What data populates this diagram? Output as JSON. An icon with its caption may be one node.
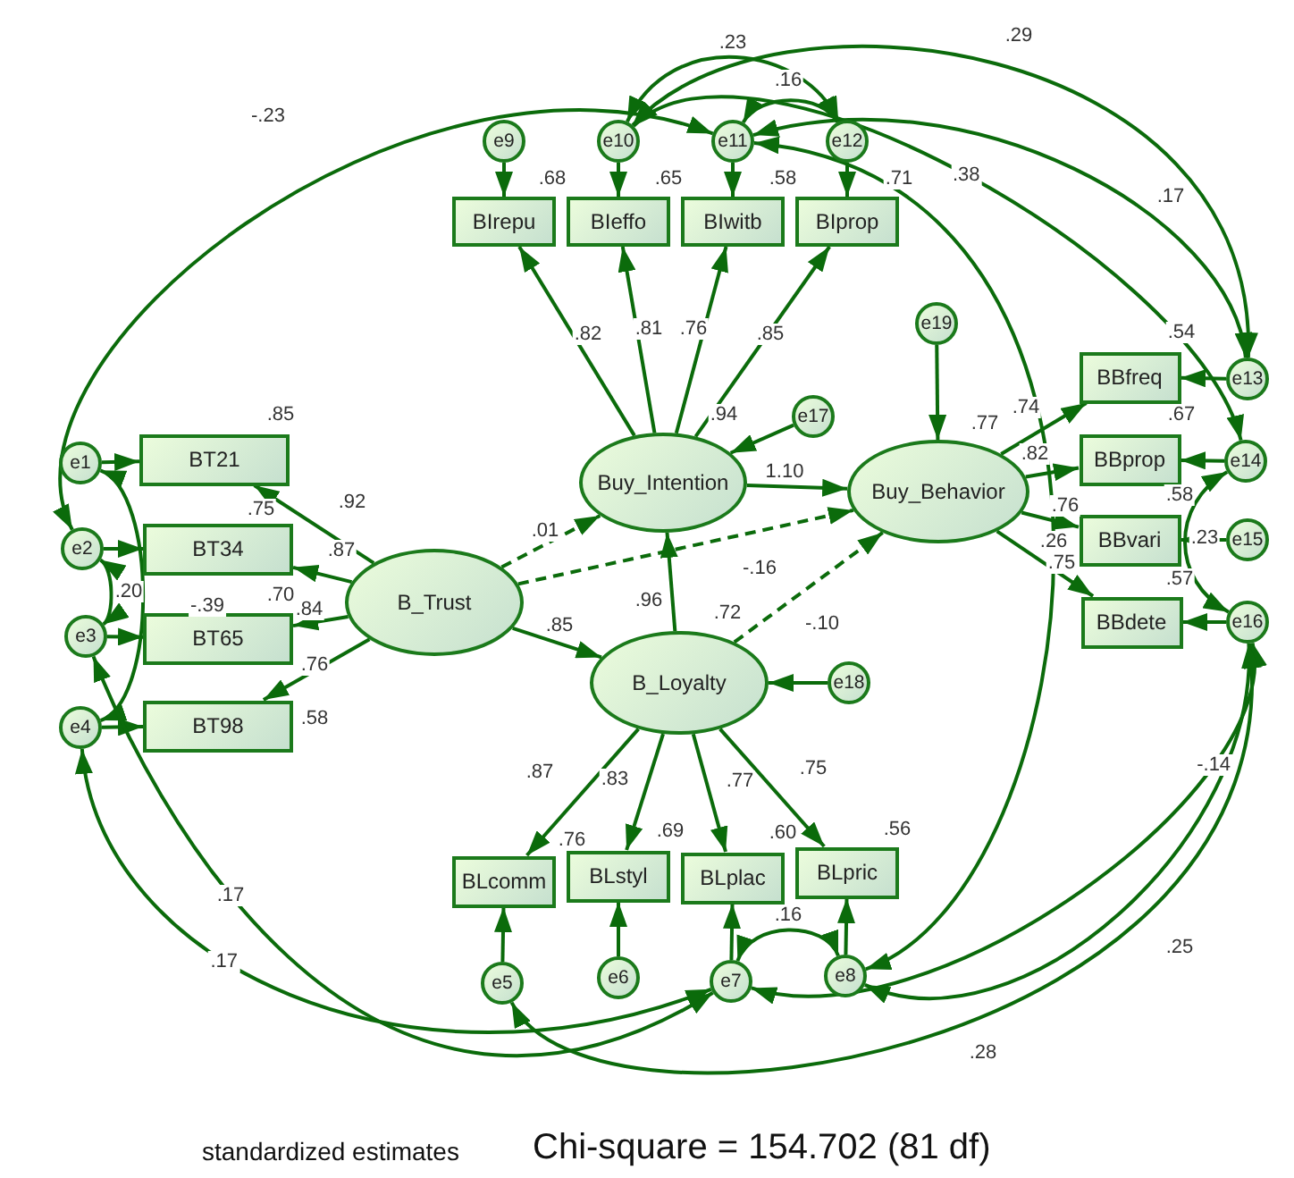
{
  "diagram": {
    "nodes": [
      {
        "text": [
          "e9"
        ]
      },
      {
        "text": [
          "e10"
        ]
      },
      {
        "text": [
          "e11"
        ]
      },
      {
        "text": [
          "e12"
        ]
      },
      {
        "text": [
          "BIrepu"
        ],
        "beside": [
          ".68"
        ]
      },
      {
        "text": [
          "BIeffo"
        ],
        "beside": [
          ".65"
        ]
      },
      {
        "text": [
          "BIwitb"
        ],
        "beside": [
          ".58"
        ]
      },
      {
        "text": [
          "BIprop"
        ],
        "beside": [
          ".71"
        ]
      },
      {
        "text": [
          "e19"
        ]
      },
      {
        "text": [
          "BBfreq"
        ],
        "beside": [
          ".54"
        ]
      },
      {
        "text": [
          "e13"
        ]
      },
      {
        "text": [
          "e1"
        ]
      },
      {
        "text": [
          "BT21"
        ],
        "beside": [
          ".85"
        ]
      },
      {
        "text": [
          "e17"
        ]
      },
      {
        "text": [
          "Buy_Intention"
        ],
        "beside": [
          ".94"
        ]
      },
      {
        "text": [
          "Buy_Behavior"
        ],
        "beside": [
          ".77"
        ]
      },
      {
        "text": [
          "BBprop"
        ],
        "beside": [
          ".67"
        ]
      },
      {
        "text": [
          "e14"
        ]
      },
      {
        "text": [
          "e2"
        ]
      },
      {
        "text": [
          "BT34"
        ],
        "beside": [
          ".75"
        ]
      },
      {
        "text": [
          "BBvari"
        ],
        "beside": [
          ".58"
        ]
      },
      {
        "text": [
          "e15"
        ]
      },
      {
        "text": [
          "e3"
        ]
      },
      {
        "text": [
          "BT65"
        ],
        "beside": [
          ".70"
        ]
      },
      {
        "text": [
          "B_Trust"
        ]
      },
      {
        "text": [
          "BBdete"
        ],
        "beside": [
          ".57"
        ]
      },
      {
        "text": [
          "e16"
        ]
      },
      {
        "text": [
          "B_Loyalty"
        ],
        "beside": [
          ".72"
        ]
      },
      {
        "text": [
          "e18"
        ]
      },
      {
        "text": [
          "e4"
        ]
      },
      {
        "text": [
          "BT98"
        ],
        "beside": [
          ".58"
        ]
      },
      {
        "text": [
          "BLcomm"
        ],
        "beside": [
          ".76"
        ]
      },
      {
        "text": [
          "BLstyl"
        ],
        "beside": [
          ".69"
        ]
      },
      {
        "text": [
          "BLplac"
        ],
        "beside": [
          ".60"
        ]
      },
      {
        "text": [
          "BLpric"
        ],
        "beside": [
          ".56"
        ]
      },
      {
        "text": [
          "e5"
        ]
      },
      {
        "text": [
          "e6"
        ]
      },
      {
        "text": [
          "e7"
        ]
      },
      {
        "text": [
          "e8"
        ]
      }
    ],
    "edges": [
      {
        "from": 0,
        "to": 4,
        "arrow": "to"
      },
      {
        "from": 1,
        "to": 5,
        "arrow": "to"
      },
      {
        "from": 2,
        "to": 6,
        "arrow": "to"
      },
      {
        "from": 3,
        "to": 7,
        "arrow": "to"
      },
      {
        "from": 14,
        "to": 4,
        "arrow": "to",
        "label": ".82"
      },
      {
        "from": 14,
        "to": 5,
        "arrow": "to",
        "label": ".81"
      },
      {
        "from": 14,
        "to": 6,
        "arrow": "to",
        "label": ".76"
      },
      {
        "from": 14,
        "to": 7,
        "arrow": "to",
        "label": ".85"
      },
      {
        "from": 24,
        "to": 12,
        "arrow": "to",
        "label": ".92"
      },
      {
        "from": 24,
        "to": 19,
        "arrow": "to",
        "label": ".87"
      },
      {
        "from": 24,
        "to": 23,
        "arrow": "to",
        "label": ".84"
      },
      {
        "from": 24,
        "to": 30,
        "arrow": "to",
        "label": ".76"
      },
      {
        "from": 11,
        "to": 12,
        "arrow": "to"
      },
      {
        "from": 18,
        "to": 19,
        "arrow": "to"
      },
      {
        "from": 22,
        "to": 23,
        "arrow": "to"
      },
      {
        "from": 29,
        "to": 30,
        "arrow": "to"
      },
      {
        "from": 15,
        "to": 9,
        "arrow": "to",
        "label": ".74"
      },
      {
        "from": 15,
        "to": 16,
        "arrow": "to",
        "label": ".82"
      },
      {
        "from": 15,
        "to": 20,
        "arrow": "to",
        "label": ".76"
      },
      {
        "from": 15,
        "to": 25,
        "arrow": "to",
        "label": ".75"
      },
      {
        "from": 10,
        "to": 9,
        "arrow": "to"
      },
      {
        "from": 17,
        "to": 16,
        "arrow": "to"
      },
      {
        "from": 21,
        "to": 20,
        "arrow": "to"
      },
      {
        "from": 26,
        "to": 25,
        "arrow": "to"
      },
      {
        "from": 27,
        "to": 31,
        "arrow": "to",
        "label": ".87"
      },
      {
        "from": 27,
        "to": 32,
        "arrow": "to",
        "label": ".83"
      },
      {
        "from": 27,
        "to": 33,
        "arrow": "to",
        "label": ".77"
      },
      {
        "from": 27,
        "to": 34,
        "arrow": "to",
        "label": ".75"
      },
      {
        "from": 35,
        "to": 31,
        "arrow": "to"
      },
      {
        "from": 36,
        "to": 32,
        "arrow": "to"
      },
      {
        "from": 37,
        "to": 33,
        "arrow": "to"
      },
      {
        "from": 38,
        "to": 34,
        "arrow": "to"
      },
      {
        "from": 24,
        "to": 14,
        "arrow": "to",
        "label": ".01",
        "style": "dashed"
      },
      {
        "from": 24,
        "to": 15,
        "arrow": "to",
        "label": "-.16",
        "style": "dashed"
      },
      {
        "from": 24,
        "to": 27,
        "arrow": "to",
        "label": ".85"
      },
      {
        "from": 27,
        "to": 14,
        "arrow": "to",
        "label": ".96"
      },
      {
        "from": 27,
        "to": 15,
        "arrow": "to",
        "label": "-.10",
        "style": "dashed"
      },
      {
        "from": 14,
        "to": 15,
        "arrow": "to",
        "label": "1.10"
      },
      {
        "from": 13,
        "to": 14,
        "arrow": "to"
      },
      {
        "from": 28,
        "to": 27,
        "arrow": "to"
      },
      {
        "from": 8,
        "to": 15,
        "arrow": "to"
      },
      {
        "from": 2,
        "to": 18,
        "arrow": "both",
        "label": "-.23"
      },
      {
        "from": 18,
        "to": 22,
        "arrow": "both",
        "label": ".20"
      },
      {
        "from": 11,
        "to": 29,
        "arrow": "both",
        "label": "-.39"
      },
      {
        "from": 22,
        "to": 37,
        "arrow": "both",
        "label": ".17"
      },
      {
        "from": 29,
        "to": 37,
        "arrow": "both",
        "label": ".17"
      },
      {
        "from": 35,
        "to": 26,
        "arrow": "both",
        "label": ".28"
      },
      {
        "from": 37,
        "to": 26,
        "arrow": "both",
        "label": "-.14"
      },
      {
        "from": 38,
        "to": 26,
        "arrow": "both",
        "label": ".25"
      },
      {
        "from": 37,
        "to": 38,
        "arrow": "both",
        "label": ".16"
      },
      {
        "from": 2,
        "to": 3,
        "arrow": "both",
        "label": ".16"
      },
      {
        "from": 1,
        "to": 3,
        "arrow": "both",
        "label": ".23"
      },
      {
        "from": 1,
        "to": 10,
        "arrow": "both",
        "label": ".29"
      },
      {
        "from": 1,
        "to": 17,
        "arrow": "both",
        "label": ".38"
      },
      {
        "from": 2,
        "to": 10,
        "arrow": "both",
        "label": ".17"
      },
      {
        "from": 2,
        "to": 38,
        "arrow": "both",
        "label": ".26"
      },
      {
        "from": 17,
        "to": 26,
        "arrow": "both",
        "label": ".23"
      }
    ],
    "labels": [
      "standardized estimates",
      "Chi-square = 154.702 (81 df)"
    ]
  }
}
